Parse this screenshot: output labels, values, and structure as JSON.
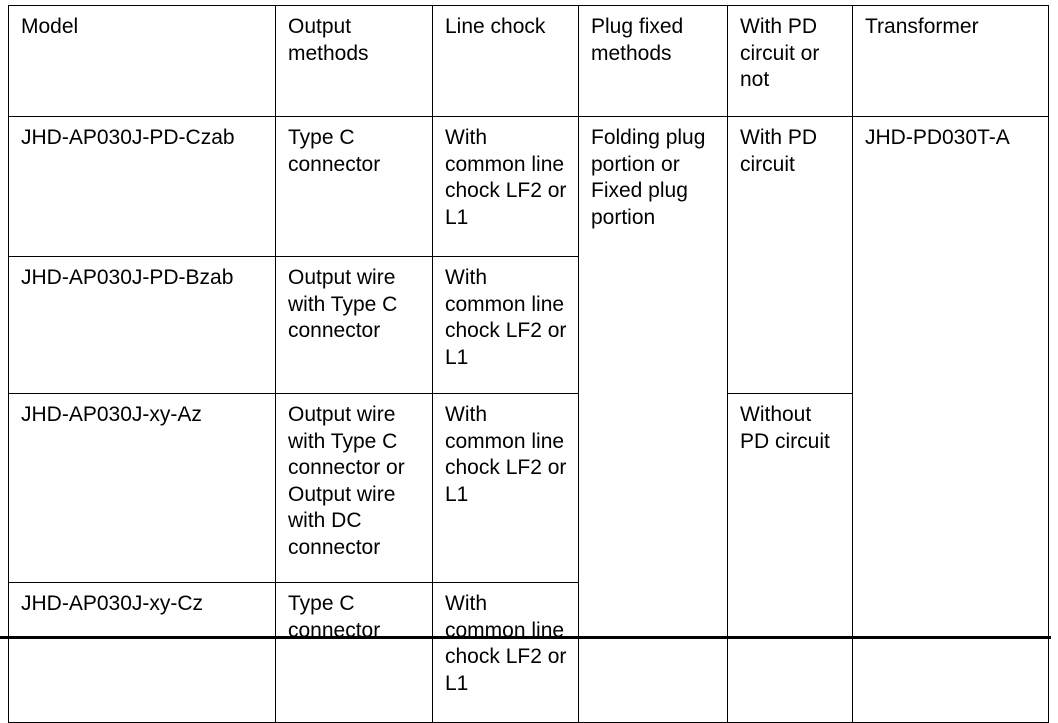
{
  "table": {
    "headers": [
      "Model",
      "Output methods",
      "Line chock",
      "Plug fixed methods",
      "With PD circuit or not",
      "Transformer"
    ],
    "rows": [
      {
        "model": "JHD-AP030J-PD-Czab",
        "output_methods": "Type C connector",
        "line_chock": "With common line chock LF2 or L1"
      },
      {
        "model": "JHD-AP030J-PD-Bzab",
        "output_methods": "Output wire with Type C connector",
        "line_chock": "With common line chock LF2 or L1"
      },
      {
        "model": "JHD-AP030J-xy-Az",
        "output_methods": "Output wire with Type C connector or Output wire with DC connector",
        "line_chock": "With common line chock LF2 or L1"
      },
      {
        "model": "JHD-AP030J-xy-Cz",
        "output_methods": "Type C connector",
        "line_chock": "With common line chock LF2 or L1"
      }
    ],
    "merged_cells": {
      "plug_fixed_methods_all_rows": "Folding plug portion or Fixed plug portion",
      "pd_circuit_rows_1_2": "With PD circuit",
      "pd_circuit_rows_3_4": "Without PD circuit",
      "transformer_all_rows": "JHD-PD030T-A"
    }
  },
  "colors": {
    "border": "#000000",
    "text": "#000000",
    "background": "#ffffff"
  }
}
